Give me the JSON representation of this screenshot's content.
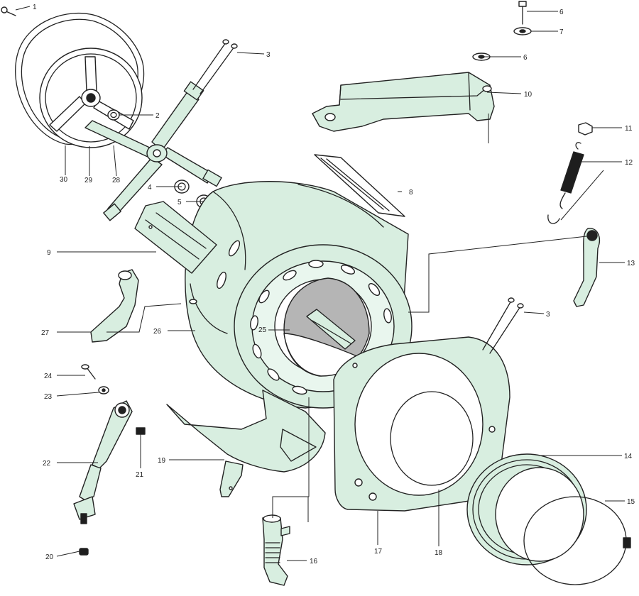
{
  "colors": {
    "part_fill": "#d8eee0",
    "part_fill_light": "#e9f6ee",
    "inner_shadow": "#b5b5b5",
    "dark": "#1e1e1e",
    "line": "#222222"
  },
  "callouts": [
    {
      "id": "c1",
      "text": "1"
    },
    {
      "id": "c2",
      "text": "2"
    },
    {
      "id": "c3a",
      "text": "3"
    },
    {
      "id": "c3b",
      "text": "3"
    },
    {
      "id": "c4",
      "text": "4"
    },
    {
      "id": "c5",
      "text": "5"
    },
    {
      "id": "c6a",
      "text": "6"
    },
    {
      "id": "c6b",
      "text": "6"
    },
    {
      "id": "c7",
      "text": "7"
    },
    {
      "id": "c8",
      "text": "8"
    },
    {
      "id": "c9",
      "text": "9"
    },
    {
      "id": "c10",
      "text": "10"
    },
    {
      "id": "c11",
      "text": "11"
    },
    {
      "id": "c12",
      "text": "12"
    },
    {
      "id": "c13",
      "text": "13"
    },
    {
      "id": "c14",
      "text": "14"
    },
    {
      "id": "c15",
      "text": "15"
    },
    {
      "id": "c16",
      "text": "16"
    },
    {
      "id": "c17",
      "text": "17"
    },
    {
      "id": "c18",
      "text": "18"
    },
    {
      "id": "c19",
      "text": "19"
    },
    {
      "id": "c20",
      "text": "20"
    },
    {
      "id": "c21",
      "text": "21"
    },
    {
      "id": "c22",
      "text": "22"
    },
    {
      "id": "c23",
      "text": "23"
    },
    {
      "id": "c24",
      "text": "24"
    },
    {
      "id": "c25",
      "text": "25"
    },
    {
      "id": "c26",
      "text": "26"
    },
    {
      "id": "c27",
      "text": "27"
    },
    {
      "id": "c28",
      "text": "28"
    },
    {
      "id": "c29",
      "text": "29"
    },
    {
      "id": "c30",
      "text": "30"
    }
  ]
}
